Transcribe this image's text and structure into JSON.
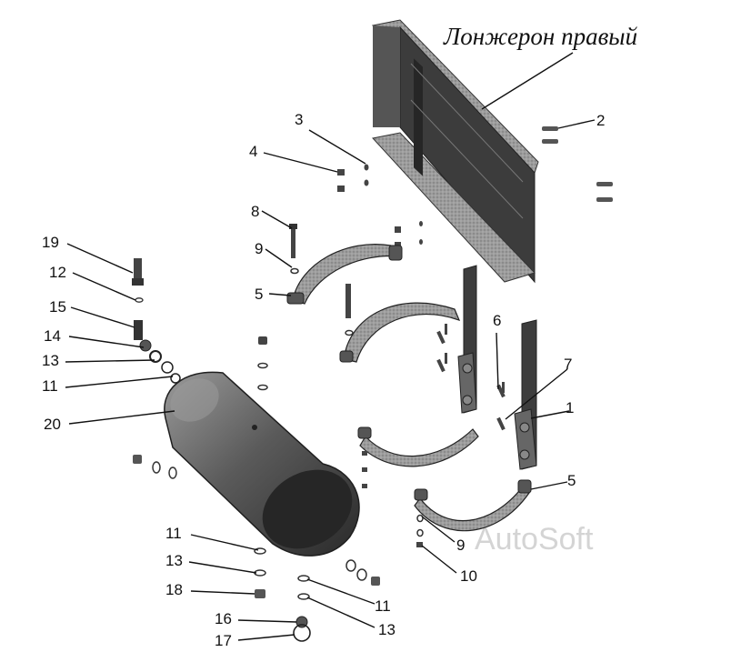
{
  "title": "Лонжерон правый",
  "watermark": "AutoSoft",
  "callouts": {
    "c1": "1",
    "c2": "2",
    "c3": "3",
    "c4": "4",
    "c5a": "5",
    "c5b": "5",
    "c6": "6",
    "c7": "7",
    "c8": "8",
    "c9a": "9",
    "c9b": "9",
    "c10": "10",
    "c11a": "11",
    "c11b": "11",
    "c11c": "11",
    "c12": "12",
    "c13a": "13",
    "c13b": "13",
    "c13c": "13",
    "c14": "14",
    "c15": "15",
    "c16": "16",
    "c17": "17",
    "c18": "18",
    "c19": "19",
    "c20": "20"
  },
  "colors": {
    "ink": "#111111",
    "steel_dark": "#3a3a3a",
    "steel_mid": "#8a8a8a",
    "steel_light": "#c8c8c8",
    "watermark": "#d4d4d4"
  }
}
